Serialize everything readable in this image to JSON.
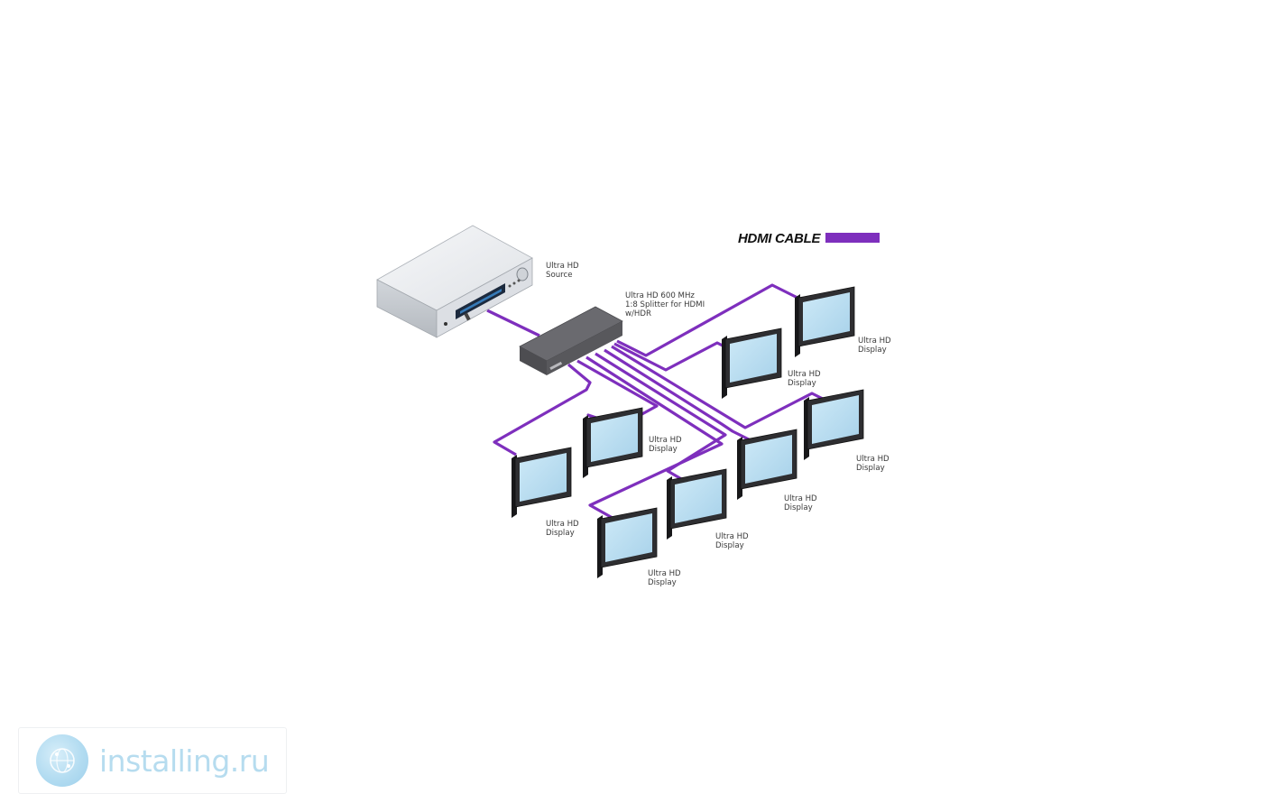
{
  "legend": {
    "label": "HDMI CABLE",
    "color": "#7e2fbd"
  },
  "colors": {
    "cable": "#7e2fbd",
    "screen": "#b8dcef",
    "bezel": "#2e2e31",
    "splitter": "#5a5a5e",
    "source": "#e4e6ea"
  },
  "source": {
    "line1": "Ultra HD",
    "line2": "Source"
  },
  "splitter": {
    "line1": "Ultra HD 600 MHz",
    "line2": "1:8 Splitter for HDMI",
    "line3": "w/HDR"
  },
  "displays": [
    {
      "line1": "Ultra HD",
      "line2": "Display"
    },
    {
      "line1": "Ultra HD",
      "line2": "Display"
    },
    {
      "line1": "Ultra HD",
      "line2": "Display"
    },
    {
      "line1": "Ultra HD",
      "line2": "Display"
    },
    {
      "line1": "Ultra HD",
      "line2": "Display"
    },
    {
      "line1": "Ultra HD",
      "line2": "Display"
    },
    {
      "line1": "Ultra HD",
      "line2": "Display"
    },
    {
      "line1": "Ultra HD",
      "line2": "Display"
    }
  ],
  "watermark": {
    "text": "installing.ru",
    "logo_icon": "cloud-globe-icon"
  }
}
